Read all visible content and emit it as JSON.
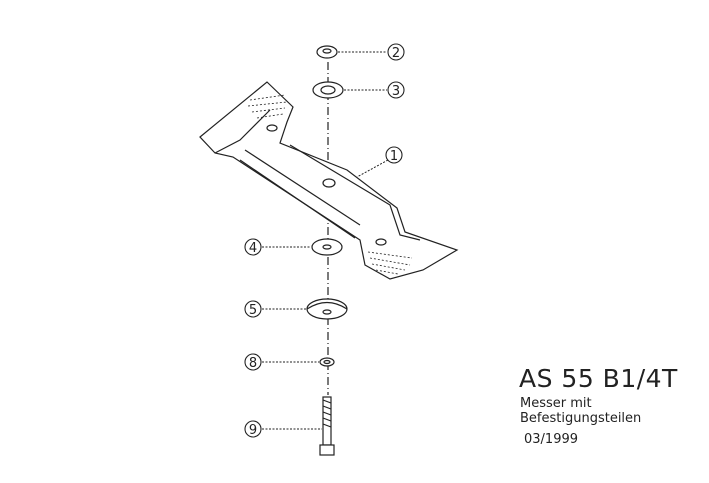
{
  "title": "AS 55 B1/4T",
  "description_lines": [
    "Messer mit",
    "Befestigungsteilen"
  ],
  "date": "03/1999",
  "callouts": [
    "1",
    "2",
    "3",
    "4",
    "5",
    "8",
    "9"
  ]
}
